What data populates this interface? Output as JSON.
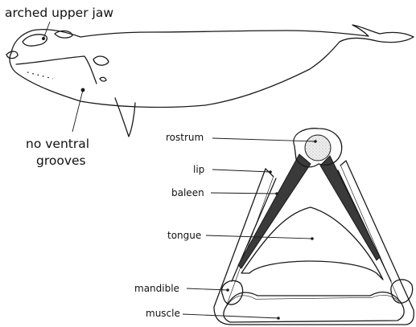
{
  "whale_labels": {
    "upper_jaw": "arched upper jaw",
    "grooves_line1": "no ventral",
    "grooves_line2": "grooves"
  },
  "mouth_labels": {
    "rostrum": "rostrum",
    "lip": "lip",
    "baleen": "baleen",
    "tongue": "tongue",
    "mandible": "mandible",
    "muscle": "muscle"
  },
  "colors": {
    "ink": "#1a1a1a",
    "baleen": "#3a3a3a",
    "stipple": "#cfcfcf",
    "background": "#ffffff"
  }
}
